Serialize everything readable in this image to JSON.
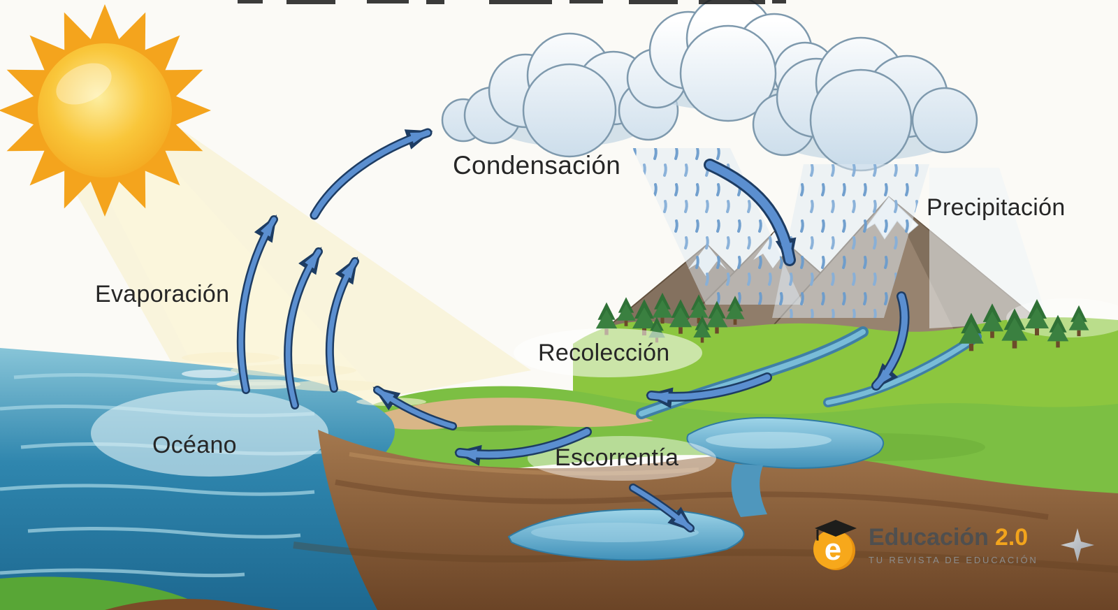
{
  "labels": {
    "condensacion": "Condensación",
    "precipitacion": "Precipitación",
    "evaporacion": "Evaporación",
    "recoleccion": "Recolección",
    "oceano": "Océano",
    "escorrentia": "Escorrentía"
  },
  "branding": {
    "logo_letter": "e",
    "name": "Educación",
    "version": "2.0",
    "tagline": "TU REVISTA DE EDUCACIÓN"
  },
  "icons": {
    "logo": "graduation-cap-e-icon",
    "sparkle": "four-point-star-icon"
  },
  "colors": {
    "arrow_blue": "#5b8fd0",
    "arrow_outline": "#1d3c63",
    "ocean_blue": "#2f86ae",
    "land_green": "#7cbf43",
    "soil_brown": "#8b5a33",
    "sun_yellow": "#f7bc32",
    "brand_orange": "#f2a41c",
    "label_text": "#262626"
  }
}
